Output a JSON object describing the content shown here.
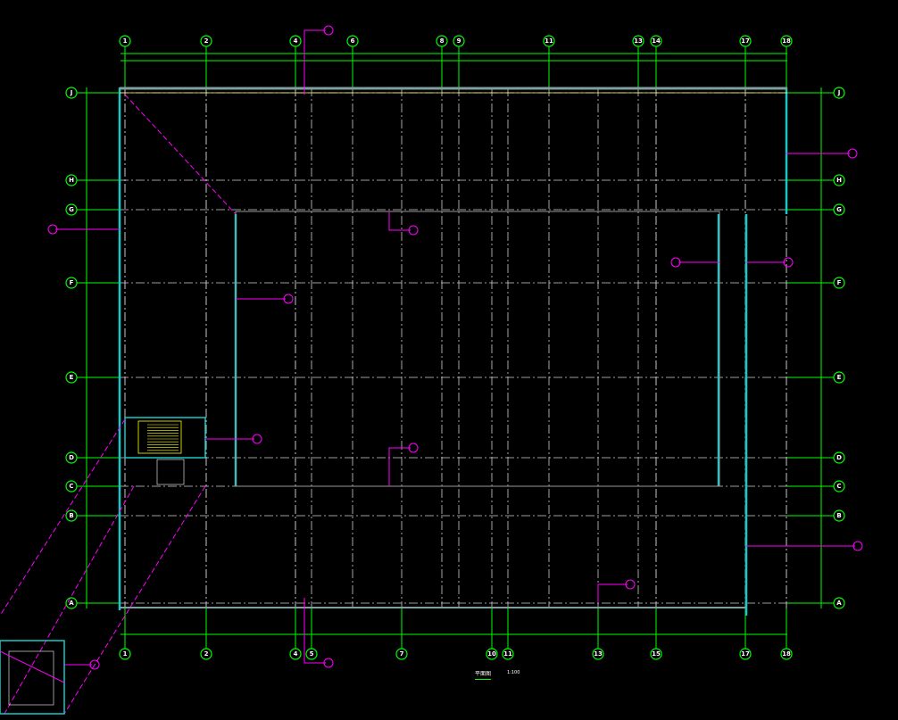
{
  "drawing": {
    "title": "平面图",
    "scale": "1:100",
    "top_axes": [
      [
        "1",
        140
      ],
      [
        "2",
        231
      ],
      [
        "4",
        331
      ],
      [
        "6",
        395
      ],
      [
        "8",
        495
      ],
      [
        "9",
        514
      ],
      [
        "11",
        615
      ],
      [
        "13",
        715
      ],
      [
        "14",
        735
      ],
      [
        "17",
        835
      ],
      [
        "18",
        881
      ]
    ],
    "bottom_axes": [
      [
        "1",
        140
      ],
      [
        "2",
        231
      ],
      [
        "4",
        331
      ],
      [
        "5",
        349
      ],
      [
        "7",
        450
      ],
      [
        "10",
        551
      ],
      [
        "11",
        569
      ],
      [
        "13",
        670
      ],
      [
        "15",
        735
      ],
      [
        "17",
        835
      ],
      [
        "18",
        881
      ]
    ],
    "row_axes": [
      [
        "J",
        104
      ],
      [
        "H",
        202
      ],
      [
        "G",
        235
      ],
      [
        "F",
        317
      ],
      [
        "E",
        423
      ],
      [
        "D",
        513
      ],
      [
        "C",
        545
      ],
      [
        "B",
        578
      ],
      [
        "A",
        676
      ]
    ],
    "colors": {
      "axis": "#00ff00",
      "wall": "#19c7c7",
      "leader": "#ff00ff",
      "stair": "#ffff00"
    }
  }
}
